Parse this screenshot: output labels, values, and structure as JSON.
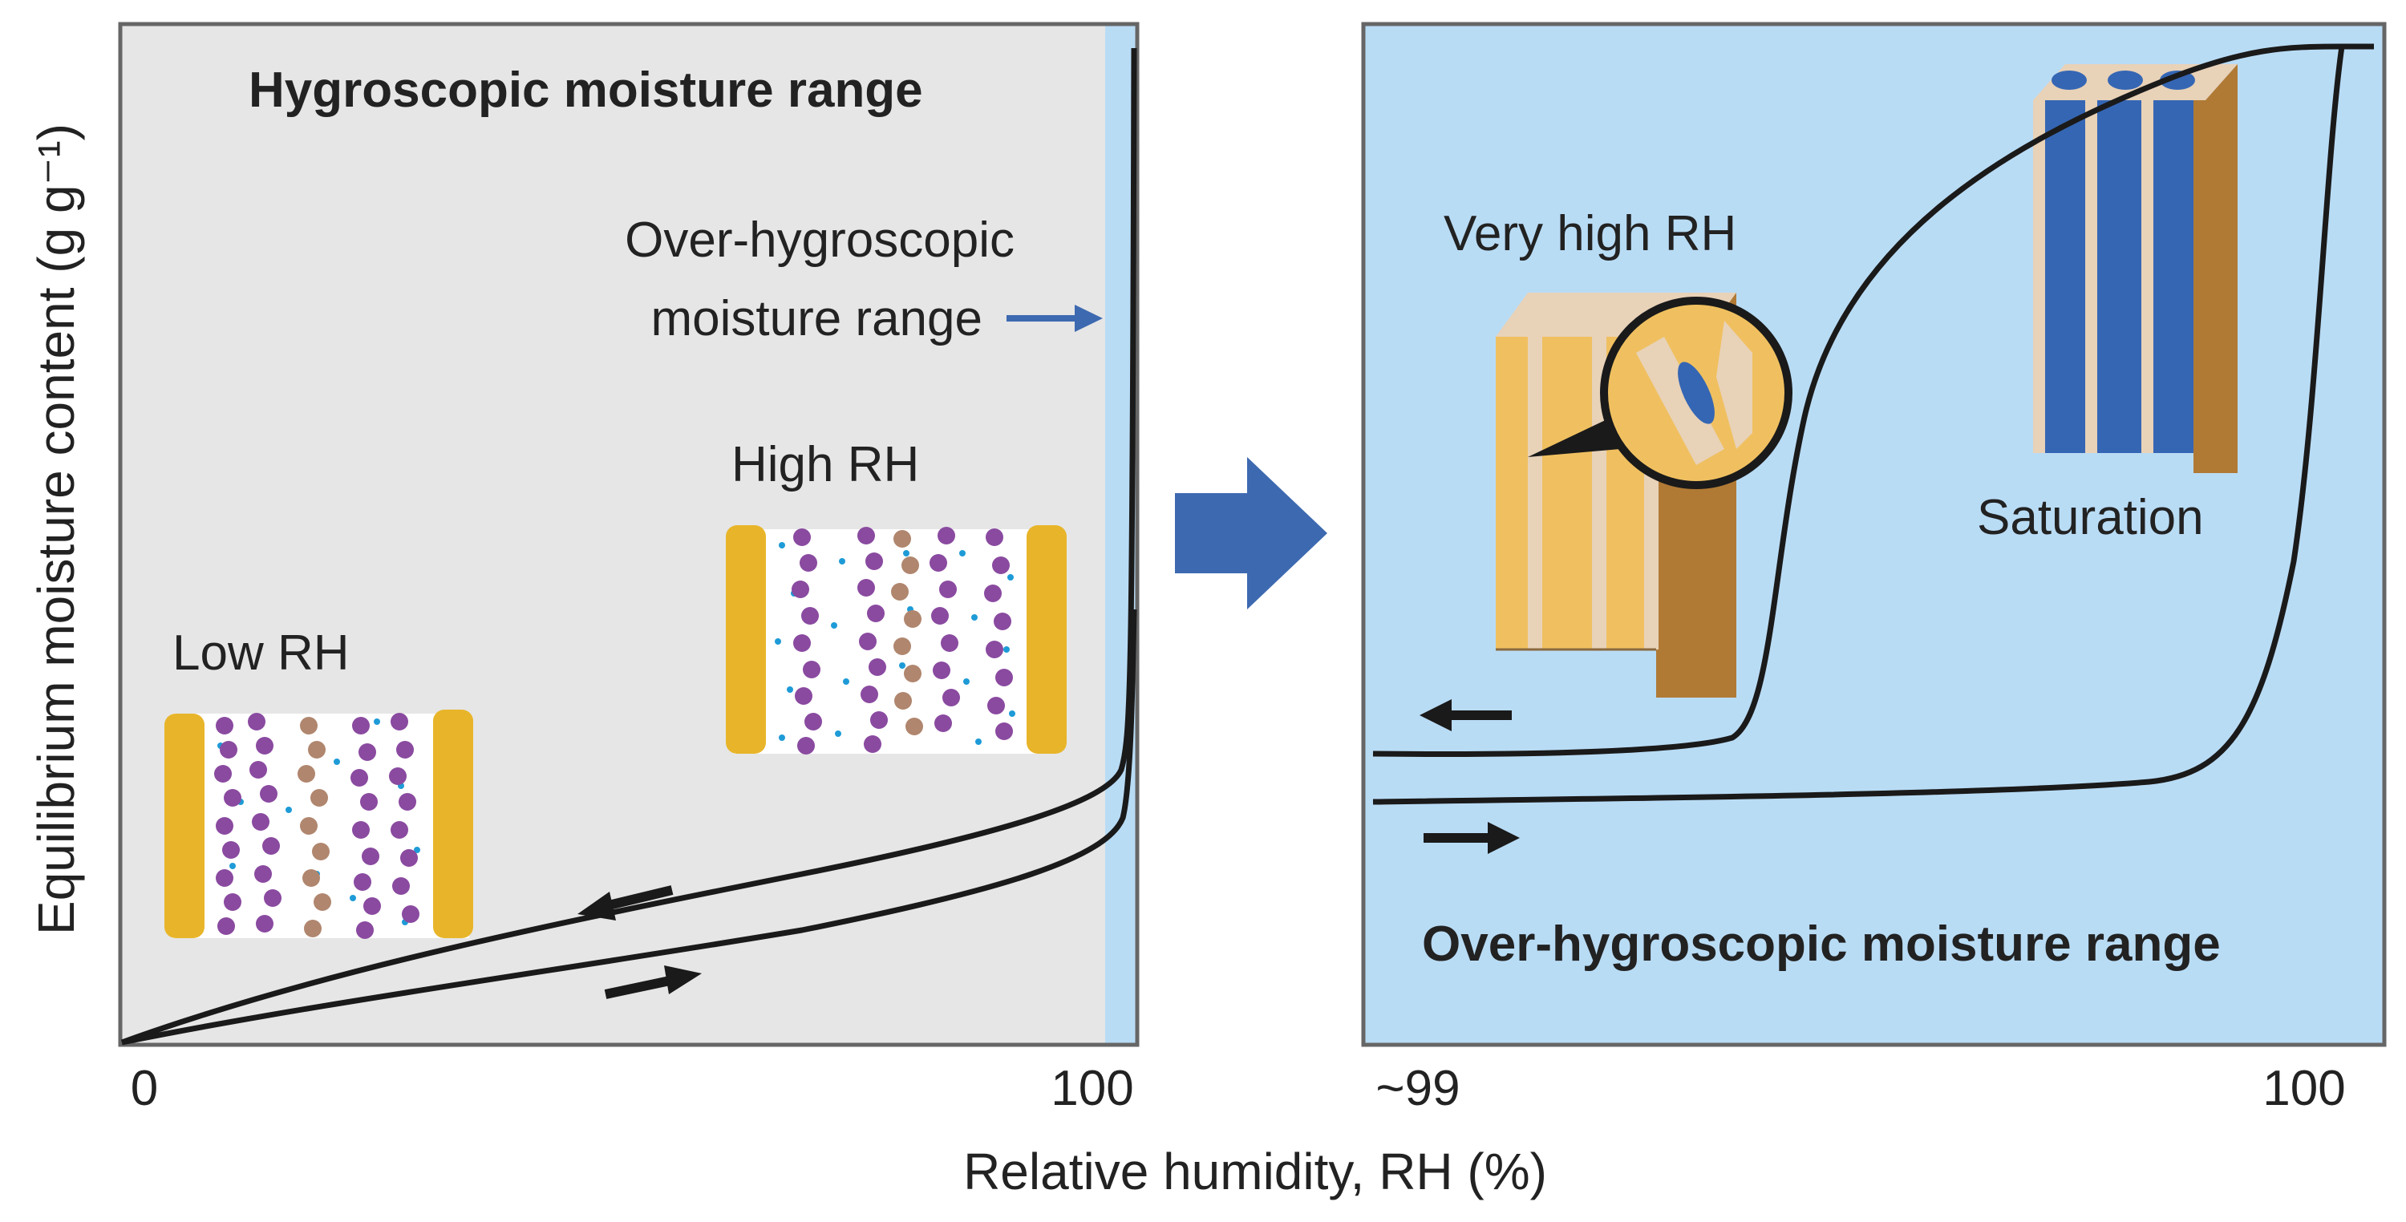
{
  "colors": {
    "left_panel_bg": "#e6e6e6",
    "right_panel_bg": "#b9dcf5",
    "over_hygroscopic_strip": "#b9dcf5",
    "big_arrow": "#3d69b0",
    "small_arrow_blue": "#3d69b0",
    "curve": "#1a1a1a",
    "frame": "#666666",
    "lipid_yellow": "#e8b52a",
    "polymer_purple": "#8a4aa0",
    "polymer_brown": "#b0866e",
    "water_dots": "#1e9bd7",
    "wood_light": "#f0c060",
    "wood_dark": "#b07a35",
    "cell_wall": "#e8d2b8",
    "water_blue": "#3566b4"
  },
  "y_axis_label": "Equilibrium moisture content (g g⁻¹)",
  "x_axis_label": "Relative humidity, RH (%)",
  "left_panel": {
    "title": "Hygroscopic moisture range",
    "over_label_line1": "Over-hygroscopic",
    "over_label_line2": "moisture range",
    "x_tick_start": "0",
    "x_tick_end": "100",
    "low_rh_label": "Low RH",
    "high_rh_label": "High RH",
    "icons": [
      "polymer-chains-low-rh",
      "polymer-chains-high-rh",
      "desorption-arrow-icon",
      "adsorption-arrow-icon",
      "pointer-arrow-icon"
    ]
  },
  "right_panel": {
    "title": "Over-hygroscopic moisture range",
    "x_tick_start": "~99",
    "x_tick_end": "100",
    "very_high_rh_label": "Very high RH",
    "saturation_label": "Saturation",
    "icons": [
      "wood-block-very-high-rh",
      "magnifier-circle-icon",
      "wood-block-saturation",
      "desorption-arrow-icon",
      "adsorption-arrow-icon"
    ]
  },
  "transition_icon": "right-arrow-icon"
}
